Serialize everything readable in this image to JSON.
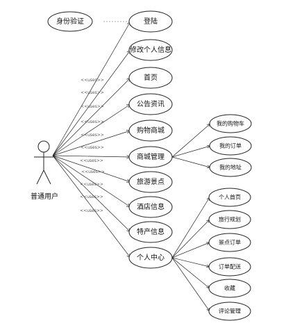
{
  "actor": {
    "label": "普通用户"
  },
  "auth_node": {
    "label": "身份验证"
  },
  "uses_label": "<<uses>>",
  "main_nodes": [
    {
      "id": "register",
      "label": "登陆"
    },
    {
      "id": "edit-profile",
      "label": "修改个人信息"
    },
    {
      "id": "home",
      "label": "首页"
    },
    {
      "id": "notice",
      "label": "公告资讯"
    },
    {
      "id": "shop",
      "label": "购物商城"
    },
    {
      "id": "mall-manage",
      "label": "商城管理"
    },
    {
      "id": "travel",
      "label": "旅游景点"
    },
    {
      "id": "hotel",
      "label": "酒店信息"
    },
    {
      "id": "special",
      "label": "特产信息"
    },
    {
      "id": "personal",
      "label": "个人中心"
    }
  ],
  "mall_children": [
    {
      "id": "cart",
      "label": "我的购物车"
    },
    {
      "id": "order",
      "label": "我的订单"
    },
    {
      "id": "address",
      "label": "我的地址"
    }
  ],
  "personal_children": [
    {
      "id": "personal-home",
      "label": "个人首页"
    },
    {
      "id": "trip-plan",
      "label": "旅行规划"
    },
    {
      "id": "scenic-order",
      "label": "景点订单"
    },
    {
      "id": "delivery",
      "label": "订单配送"
    },
    {
      "id": "favorites",
      "label": "收藏"
    },
    {
      "id": "comments",
      "label": "评论管理"
    }
  ]
}
